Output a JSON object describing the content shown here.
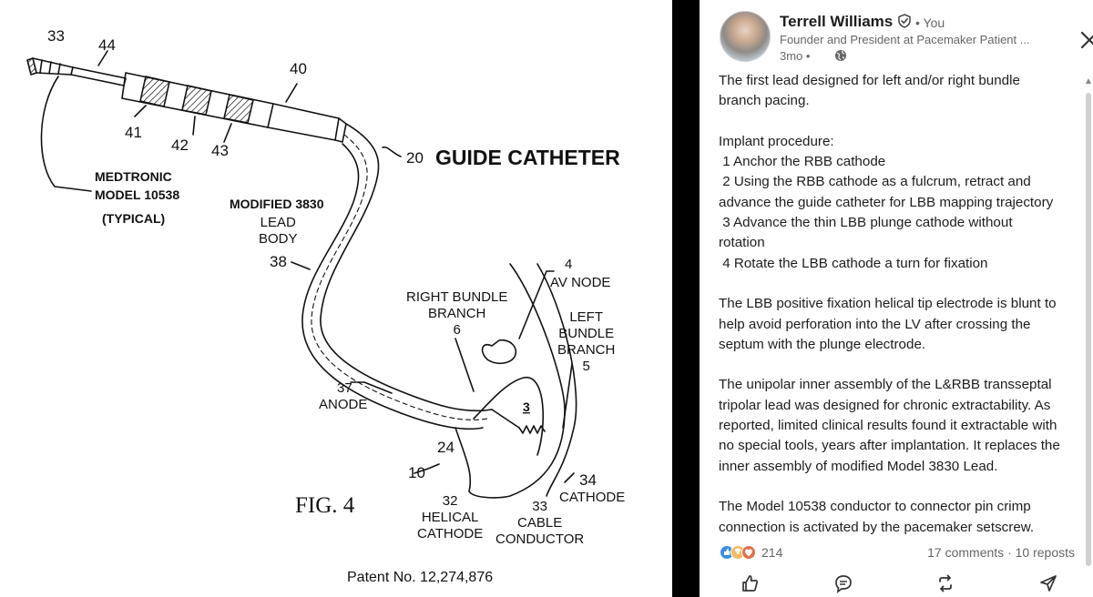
{
  "figure": {
    "labels": {
      "n33": "33",
      "n44": "44",
      "n40": "40",
      "n41": "41",
      "n42": "42",
      "n43": "43",
      "medtronic": "MEDTRONIC\nMODEL 10538",
      "typical": "(TYPICAL)",
      "modified": "MODIFIED 3830",
      "leadbody": "LEAD\nBODY",
      "n38": "38",
      "n20": "20",
      "guide": "GUIDE CATHETER",
      "n4": "4",
      "avnode": "AV NODE",
      "rbb": "RIGHT BUNDLE\nBRANCH\n6",
      "lbb": "LEFT\nBUNDLE\nBRANCH\n5",
      "n37": "37",
      "anode": "ANODE",
      "n3": "3",
      "n24": "24",
      "n10": "10",
      "n34": "34",
      "cathode34": "CATHODE",
      "fig": "FIG. 4",
      "helical": "32\nHELICAL\nCATHODE",
      "cable": "33\nCABLE\nCONDUCTOR",
      "patent": "Patent No. 12,274,876"
    }
  },
  "post": {
    "author": {
      "name": "Terrell Williams",
      "you": "• You",
      "headline": "Founder and President at Pacemaker Patient ...",
      "time": "3mo •"
    },
    "body": {
      "p1a": "The first lead designed for left and/or right bundle",
      "p1b": "branch pacing.",
      "p2a": "Implant procedure:",
      "p2b": " 1 Anchor the RBB cathode",
      "p2c": " 2 Using the RBB cathode as a fulcrum, retract and",
      "p2d": "advance the guide catheter for LBB mapping trajectory",
      "p2e": " 3 Advance the thin LBB plunge cathode without",
      "p2f": "rotation",
      "p2g": " 4 Rotate the LBB cathode a turn for fixation",
      "p3a": "The LBB positive fixation helical tip electrode is blunt to",
      "p3b": "help avoid perforation into the LV after crossing the",
      "p3c": "septum with the plunge electrode.",
      "p4a": "The unipolar inner assembly of the L&RBB transseptal",
      "p4b": "tripolar lead was designed for chronic extractability. As",
      "p4c": "reported, limited clinical results found it extractable with",
      "p4d": "no special tools, years after implantation. It replaces the",
      "p4e": "inner assembly of modified Model 3830 Lead.",
      "p5a": "The Model 10538 conductor to connector pin crimp",
      "p5b": "connection is activated by the pacemaker setscrew."
    },
    "social": {
      "reactions": "214",
      "comments": "17 comments · 10 reposts"
    },
    "actions": [
      "like-icon",
      "comment-icon",
      "repost-icon",
      "send-icon"
    ],
    "colors": {
      "link_blue": "#0a66c2",
      "text": "#1d1d1d",
      "muted": "#666666"
    }
  }
}
